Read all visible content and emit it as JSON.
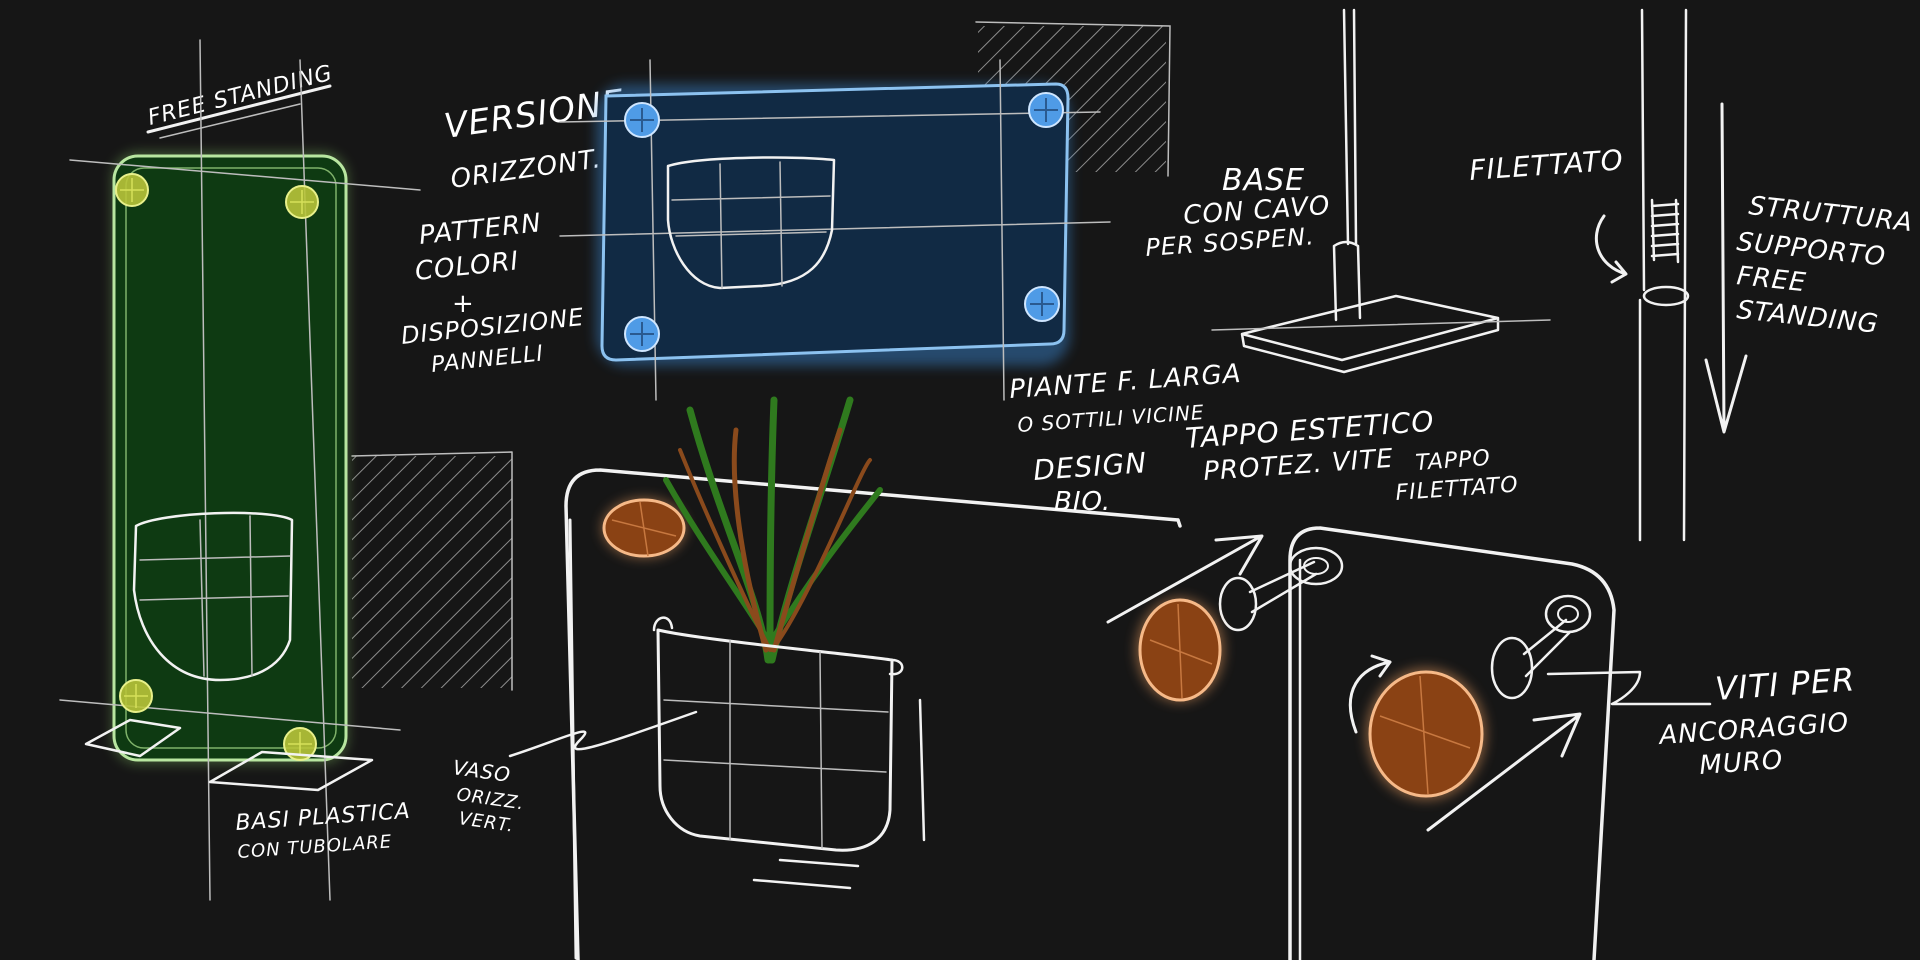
{
  "notes": {
    "free_standing": "FREE STANDING",
    "versione_1": "VERSIONE",
    "versione_2": "ORIZZONT.",
    "pattern_1": "PATTERN",
    "pattern_2": "COLORI",
    "pattern_3": "+",
    "pattern_4": "DISPOSIZIONE",
    "pattern_5": "PANNELLI",
    "base_1": "BASE",
    "base_2": "CON CAVO",
    "base_3": "PER SOSPEN.",
    "filettato": "FILETTATO",
    "struttura_1": "STRUTTURA",
    "struttura_2": "SUPPORTO",
    "struttura_3": "FREE",
    "struttura_4": "STANDING",
    "piante_1": "PIANTE F. LARGA",
    "piante_2": "O SOTTILI VICINE",
    "design_1": "DESIGN",
    "design_2": "BIO.",
    "tappo_1": "TAPPO ESTETICO",
    "tappo_2": "PROTEZ. VITE",
    "tappo_fil_1": "TAPPO",
    "tappo_fil_2": "FILETTATO",
    "viti_1": "VITI PER",
    "viti_2": "ANCORAGGIO",
    "viti_3": "MURO",
    "vaso_1": "VASO",
    "vaso_2": "ORIZZ.",
    "vaso_3": "VERT.",
    "basi_1": "BASI PLASTICA",
    "basi_2": "CON TUBOLARE"
  },
  "colors": {
    "background": "#161616",
    "green_panel": "#0e3a12",
    "green_glow": "#8fd06a",
    "screw_yellow": "#b8c43a",
    "blue_panel": "#112a44",
    "blue_glow": "#3a8ad8",
    "screw_blue": "#4f9be6",
    "cap_orange": "#8a4214",
    "cap_glow": "#f0a060",
    "plant_green": "#2f7a1e",
    "plant_brown": "#8a4a1c",
    "line": "#f2f2f2"
  }
}
